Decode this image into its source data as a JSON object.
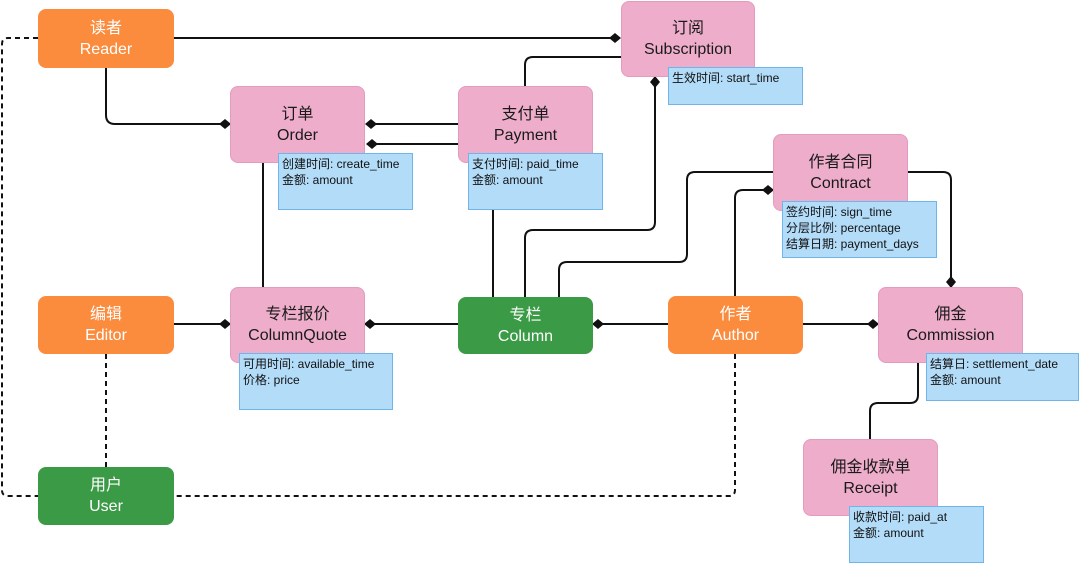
{
  "entities": {
    "reader": {
      "zh": "读者",
      "en": "Reader",
      "color": "#fb8c3e"
    },
    "subscription": {
      "zh": "订阅",
      "en": "Subscription",
      "color": "#eeadcb"
    },
    "order": {
      "zh": "订单",
      "en": "Order",
      "color": "#eeadcb"
    },
    "payment": {
      "zh": "支付单",
      "en": "Payment",
      "color": "#eeadcb"
    },
    "contract": {
      "zh": "作者合同",
      "en": "Contract",
      "color": "#eeadcb"
    },
    "editor": {
      "zh": "编辑",
      "en": "Editor",
      "color": "#fb8c3e"
    },
    "columnquote": {
      "zh": "专栏报价",
      "en": "ColumnQuote",
      "color": "#eeadcb"
    },
    "column": {
      "zh": "专栏",
      "en": "Column",
      "color": "#3a9a45"
    },
    "author": {
      "zh": "作者",
      "en": "Author",
      "color": "#fb8c3e"
    },
    "commission": {
      "zh": "佣金",
      "en": "Commission",
      "color": "#eeadcb"
    },
    "user": {
      "zh": "用户",
      "en": "User",
      "color": "#3a9a45"
    },
    "receipt": {
      "zh": "佣金收款单",
      "en": "Receipt",
      "color": "#eeadcb"
    }
  },
  "attributes": {
    "subscription": [
      "生效时间: start_time"
    ],
    "order": [
      "创建时间: create_time",
      "金额: amount"
    ],
    "payment": [
      "支付时间: paid_time",
      "金额: amount"
    ],
    "contract": [
      "签约时间: sign_time",
      "分层比例: percentage",
      "结算日期: payment_days"
    ],
    "columnquote": [
      "可用时间: available_time",
      "价格: price"
    ],
    "commission": [
      "结算日: settlement_date",
      "金额: amount"
    ],
    "receipt": [
      "收款时间: paid_at",
      "金额: amount"
    ]
  },
  "colors": {
    "attribute_box": "#b3dcf9",
    "attribute_border": "#6fb5ea",
    "line": "#111111"
  }
}
